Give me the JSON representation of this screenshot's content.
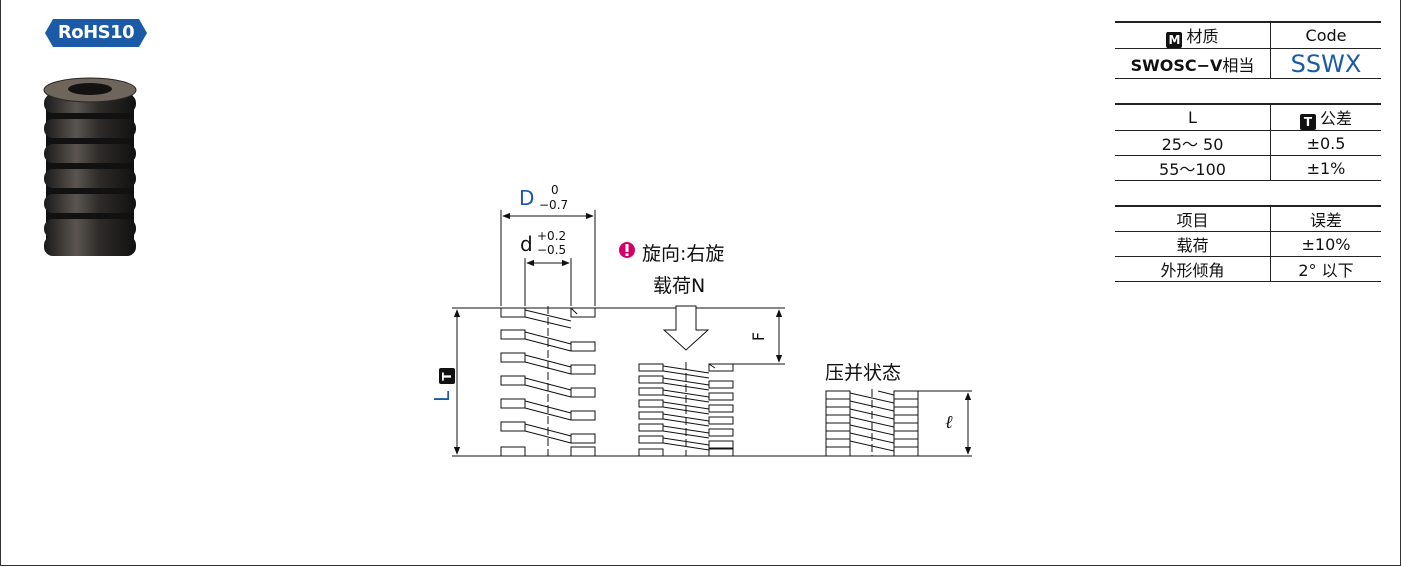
{
  "badge": {
    "label": "RoHS10",
    "color": "#1b5aa6"
  },
  "diagram": {
    "d_label": "D",
    "d_tol_upper": "0",
    "d_tol_lower": "−0.7",
    "wire_label": "d",
    "wire_tol_upper": "+0.2",
    "wire_tol_lower": "−0.5",
    "direction_text": "旋向:右旋",
    "load_label": "载荷N",
    "f_label": "F",
    "l_label": "L",
    "l_badge": "T",
    "solid_label": "压并状态",
    "solid_length_label": "ℓ",
    "accent_color": "#1b5aa6",
    "warn_color": "#d4006a"
  },
  "material_table": {
    "header_badge": "M",
    "header_material": "材质",
    "header_code": "Code",
    "material_name": "SWOSC−V",
    "material_suffix": "相当",
    "code_value": "SSWX"
  },
  "length_table": {
    "header_l": "L",
    "header_badge": "T",
    "header_tol": "公差",
    "rows": [
      {
        "range": "25～ 50",
        "tol": "±0.5"
      },
      {
        "range": "55～100",
        "tol": "±1%"
      }
    ]
  },
  "item_table": {
    "header_item": "项目",
    "header_error": "误差",
    "rows": [
      {
        "item": "载荷",
        "error": "±10%"
      },
      {
        "item": "外形倾角",
        "error": "2° 以下"
      }
    ]
  }
}
